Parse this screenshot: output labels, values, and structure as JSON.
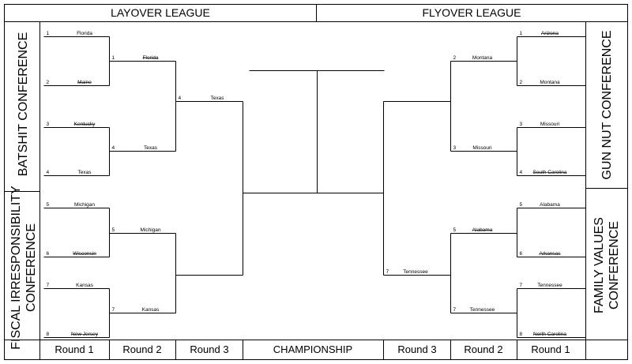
{
  "leagues": {
    "left": "LAYOVER LEAGUE",
    "right": "FLYOVER LEAGUE"
  },
  "conferences": {
    "top_left": "BATSHIT CONFERENCE",
    "bottom_left": [
      "FISCAL IRRESPONSIBILITY",
      "CONFERENCE"
    ],
    "top_right": "GUN NUT CONFERENCE",
    "bottom_right": [
      "FAMILY VALUES",
      "CONFERENCE"
    ]
  },
  "rounds": [
    "Round 1",
    "Round 2",
    "Round 3",
    "CHAMPIONSHIP",
    "Round 3",
    "Round 2",
    "Round 1"
  ],
  "bracket": {
    "left": {
      "round1": [
        {
          "seed": "1",
          "team": "Florida",
          "eliminated": false
        },
        {
          "seed": "2",
          "team": "Maine",
          "eliminated": true
        },
        {
          "seed": "3",
          "team": "Kentucky",
          "eliminated": true
        },
        {
          "seed": "4",
          "team": "Texas",
          "eliminated": false
        },
        {
          "seed": "5",
          "team": "Michigan",
          "eliminated": false
        },
        {
          "seed": "6",
          "team": "Wisconsin",
          "eliminated": true
        },
        {
          "seed": "7",
          "team": "Kansas",
          "eliminated": false
        },
        {
          "seed": "8",
          "team": "New Jersey",
          "eliminated": true
        }
      ],
      "round2": [
        {
          "seed": "1",
          "team": "Florida",
          "eliminated": true
        },
        {
          "seed": "4",
          "team": "Texas",
          "eliminated": false
        },
        {
          "seed": "5",
          "team": "Michigan",
          "eliminated": false
        },
        {
          "seed": "7",
          "team": "Kansas",
          "eliminated": false
        }
      ],
      "round3": [
        {
          "seed": "4",
          "team": "Texas",
          "eliminated": false
        },
        {
          "seed": "",
          "team": "",
          "eliminated": false
        }
      ]
    },
    "right": {
      "round1": [
        {
          "seed": "1",
          "team": "Arizona",
          "eliminated": true
        },
        {
          "seed": "2",
          "team": "Montana",
          "eliminated": false
        },
        {
          "seed": "3",
          "team": "Missouri",
          "eliminated": false
        },
        {
          "seed": "4",
          "team": "South Carolina",
          "eliminated": true
        },
        {
          "seed": "5",
          "team": "Alabama",
          "eliminated": false
        },
        {
          "seed": "6",
          "team": "Arkansas",
          "eliminated": true
        },
        {
          "seed": "7",
          "team": "Tennessee",
          "eliminated": false
        },
        {
          "seed": "8",
          "team": "North Carolina",
          "eliminated": true
        }
      ],
      "round2": [
        {
          "seed": "2",
          "team": "Montana",
          "eliminated": false
        },
        {
          "seed": "3",
          "team": "Missouri",
          "eliminated": false
        },
        {
          "seed": "5",
          "team": "Alabama",
          "eliminated": true
        },
        {
          "seed": "7",
          "team": "Tennessee",
          "eliminated": false
        }
      ],
      "round3": [
        {
          "seed": "",
          "team": "",
          "eliminated": false
        },
        {
          "seed": "7",
          "team": "Tennessee",
          "eliminated": false
        }
      ]
    },
    "championship": {
      "team": ""
    }
  }
}
